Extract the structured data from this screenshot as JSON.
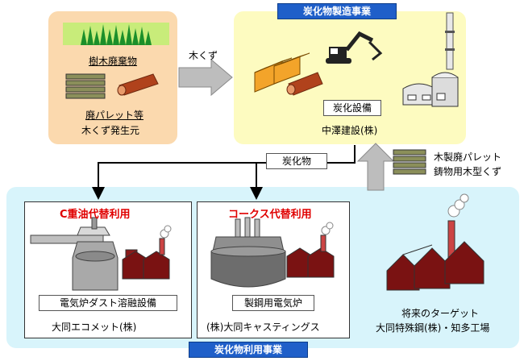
{
  "top_banner": "炭化物製造事業",
  "bottom_banner": "炭化物利用事業",
  "source": {
    "label_trees": "樹木廃棄物",
    "label_pallets": "廃パレット等",
    "label_origin": "木くず発生元"
  },
  "arrow_label_wood": "木くず",
  "factory": {
    "equipment": "炭化設備",
    "company": "中澤建設(株)"
  },
  "carbide_label": "炭化物",
  "inputs_label_1": "木製廃パレット",
  "inputs_label_2": "鋳物用木型くず",
  "use1": {
    "title": "C重油代替利用",
    "equipment": "電気炉ダスト溶融設備",
    "company": "大同エコメット(株)"
  },
  "use2": {
    "title": "コークス代替利用",
    "equipment": "製鋼用電気炉",
    "company": "(株)大同キャスティングス"
  },
  "future": {
    "label_1": "将来のターゲット",
    "label_2": "大同特殊鋼(株)・知多工場"
  },
  "colors": {
    "source_bg": "#fbd9ae",
    "factory_bg": "#fdfbc0",
    "usage_bg": "#d8f4fb",
    "banner": "#1f5fc9",
    "title_red": "#e00000"
  }
}
